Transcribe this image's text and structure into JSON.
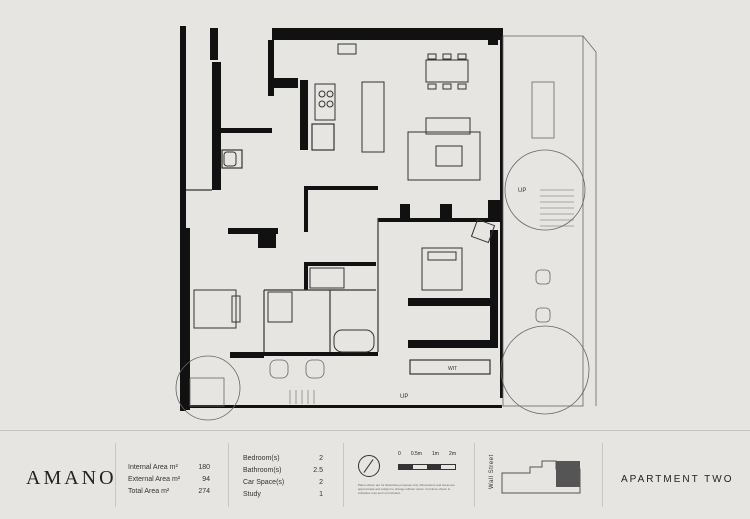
{
  "brand": "AMANO",
  "apartment_title": "APARTMENT TWO",
  "areas": [
    {
      "label": "Internal Area m²",
      "value": "180"
    },
    {
      "label": "External Area m²",
      "value": "94"
    },
    {
      "label": "Total Area m²",
      "value": "274"
    }
  ],
  "rooms": [
    {
      "label": "Bedroom(s)",
      "value": "2"
    },
    {
      "label": "Bathroom(s)",
      "value": "2.5"
    },
    {
      "label": "Car Space(s)",
      "value": "2"
    },
    {
      "label": "Study",
      "value": "1"
    }
  ],
  "scale_labels": [
    "0",
    "0.5m",
    "1m",
    "2m"
  ],
  "street": "Wall Street",
  "plan_labels": {
    "up_deck": "UP",
    "up_lower": "UP",
    "wir": "WIT"
  },
  "disclaimer": "Plans shown are for illustrative purposes only. Dimensions and areas are approximate and subject to change without notice. Furniture shown is indicative only and not included.",
  "colors": {
    "wall": "#111111",
    "background": "#e6e5e1",
    "line": "#333333",
    "key_unit": "#555555"
  }
}
